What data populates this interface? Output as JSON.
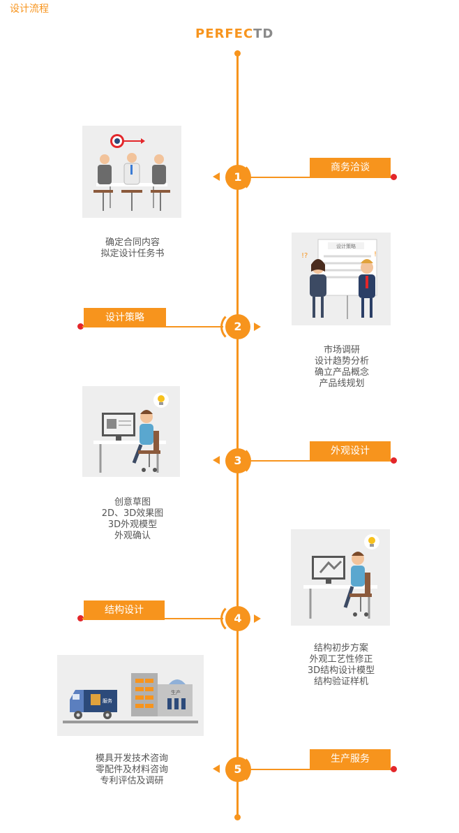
{
  "page": {
    "title": "设计流程",
    "logo_main": "PERFEC",
    "logo_accent": "TD"
  },
  "colors": {
    "accent": "#f7941d",
    "dot": "#e3262a",
    "panel": "#eeeeee",
    "text": "#555555"
  },
  "steps": [
    {
      "number": "1",
      "label": "商务洽谈",
      "lines": [
        "确定合同内容",
        "拟定设计任务书"
      ]
    },
    {
      "number": "2",
      "label": "设计策略",
      "board_text": "设计策略",
      "lines": [
        "市场调研",
        "设计趋势分析",
        "确立产品概念",
        "产品线规划"
      ]
    },
    {
      "number": "3",
      "label": "外观设计",
      "lines": [
        "创意草图",
        "2D、3D效果图",
        "3D外观模型",
        "外观确认"
      ]
    },
    {
      "number": "4",
      "label": "结构设计",
      "lines": [
        "结构初步方案",
        "外观工艺性修正",
        "3D结构设计模型",
        "结构验证样机"
      ]
    },
    {
      "number": "5",
      "label": "生产服务",
      "truck_text": "服务",
      "factory_text": "生产",
      "lines": [
        "模具开发技术咨询",
        "零配件及材料咨询",
        "专利评估及调研"
      ]
    }
  ]
}
